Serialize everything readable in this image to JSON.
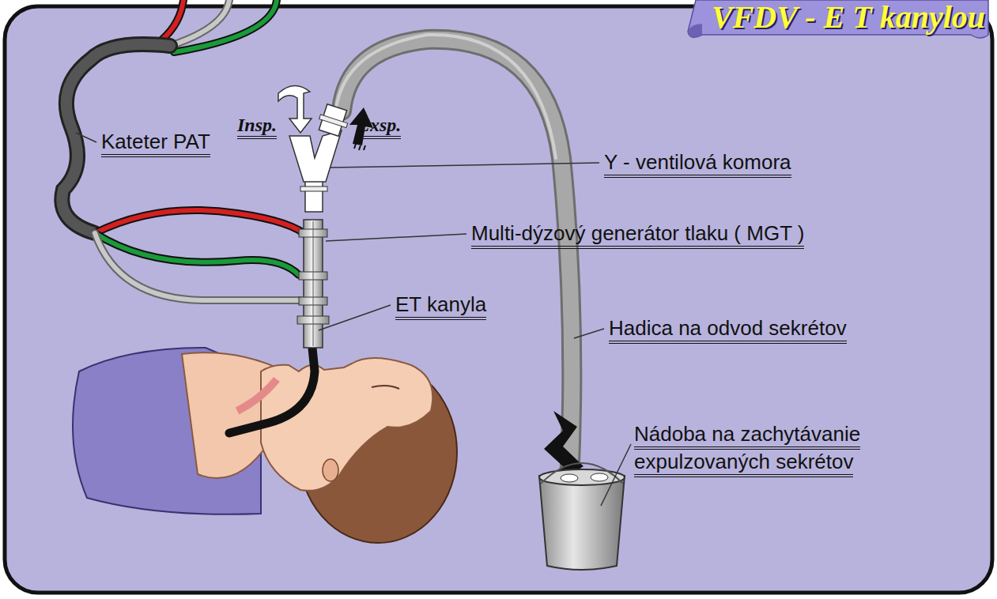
{
  "diagram": {
    "title": "VFDV - E T kanylou",
    "labels": [
      "Kateter PAT",
      "Insp.",
      "Exsp.",
      "Y - ventilová komora",
      "Multi-dýzový generátor tlaku ( MGT )",
      "ET kanyla",
      "Hadica na odvod sekrétov",
      "Nádoba na zachytávanie expulzovaných sekrétov"
    ]
  }
}
